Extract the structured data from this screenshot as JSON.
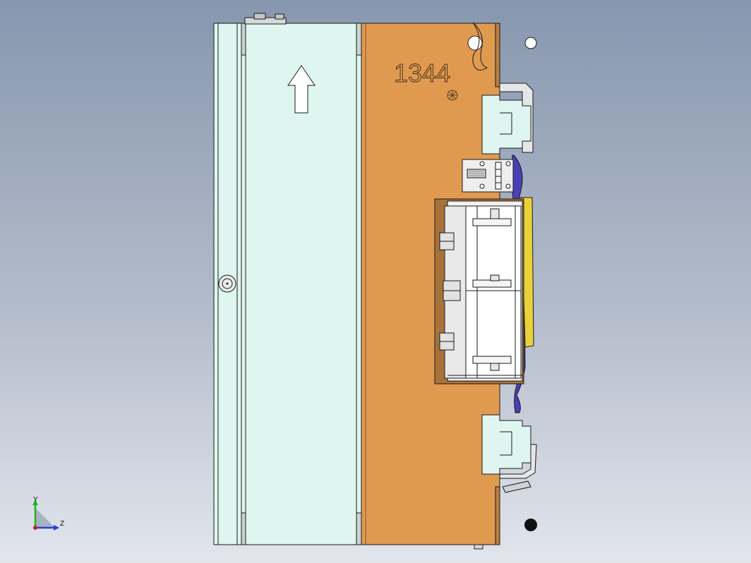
{
  "part_label": "1344",
  "triad": {
    "y_label": "Y",
    "z_label": "Z"
  },
  "colors": {
    "background_top": "#8a9bb0",
    "background_bottom": "#dfe3ea",
    "panel_fill": "#dff5ef",
    "plate_fill": "#e09a50",
    "plate_dark": "#a8733a",
    "yellow_part": "#e9d13a",
    "blue_part": "#4a3fb5",
    "metal": "#dcdcdc"
  }
}
